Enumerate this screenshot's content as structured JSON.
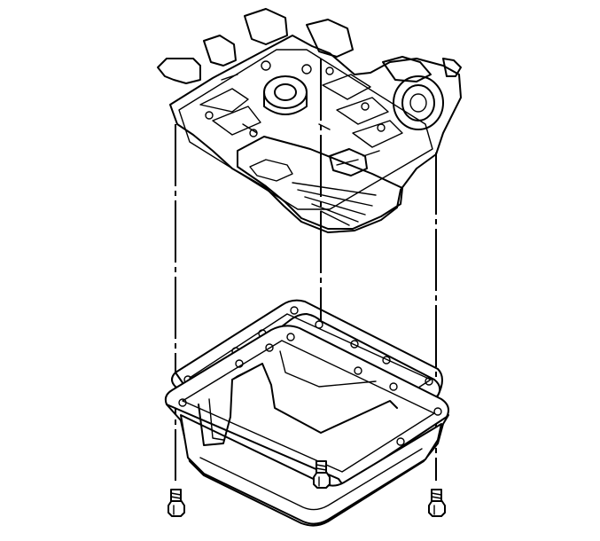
{
  "figure": {
    "components": [
      "transmission-valve-body-assembly",
      "oil-pan-gasket",
      "oil-pan",
      "pan-bolts"
    ],
    "bolt_count": 3
  }
}
